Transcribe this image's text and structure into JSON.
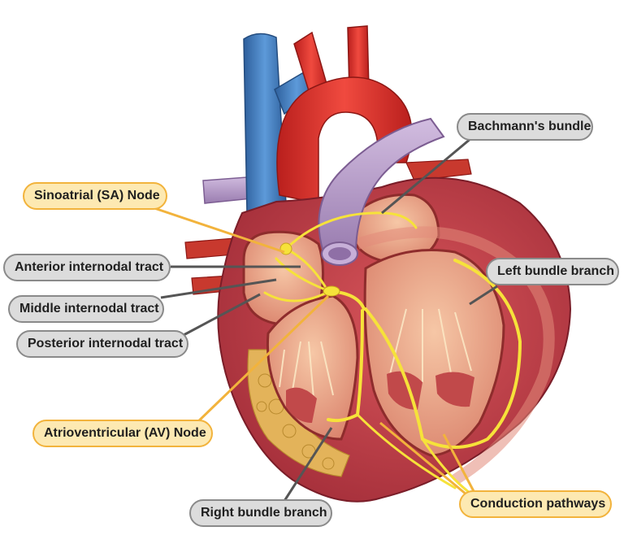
{
  "labels": {
    "sinoatrial": "Sinoatrial (SA) Node",
    "anterior": "Anterior internodal tract",
    "middle": "Middle internodal tract",
    "posterior": "Posterior internodal tract",
    "atrioventricular": "Atrioventricular (AV) Node",
    "bachmann": "Bachmann's bundle",
    "left_bundle": "Left bundle branch",
    "right_bundle": "Right bundle branch",
    "conduction": "Conduction pathways"
  },
  "colors": {
    "callout_gold_fill": "#fde9b2",
    "callout_gold_border": "#f2b33c",
    "callout_gray_fill": "#dcdcdc",
    "callout_gray_border": "#8a8a8a",
    "leader_gold": "#f2b33c",
    "leader_gray": "#555555",
    "aorta": "#d6302a",
    "vena_cava": "#3f7fc1",
    "pulmonary_artery": "#b9a0c8",
    "myocardium": "#c6474d",
    "chamber_interior": "#eba58a",
    "fat": "#e3b35a",
    "conduction_path": "#f6e23a"
  }
}
